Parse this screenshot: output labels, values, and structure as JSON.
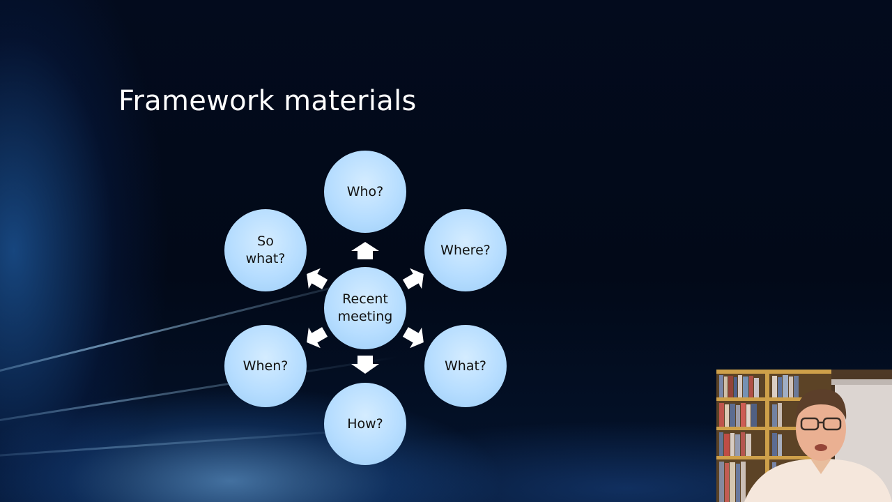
{
  "slide": {
    "title": "Framework materials"
  },
  "diagram": {
    "center": {
      "line1": "Recent",
      "line2": "meeting"
    },
    "nodes": {
      "who": "Who?",
      "where": "Where?",
      "what": "What?",
      "how": "How?",
      "when": "When?",
      "so_what_line1": "So",
      "so_what_line2": "what?"
    }
  },
  "colors": {
    "node_fill": "#b6ddff",
    "arrow_fill": "#ffffff",
    "background": "#020a1c"
  }
}
